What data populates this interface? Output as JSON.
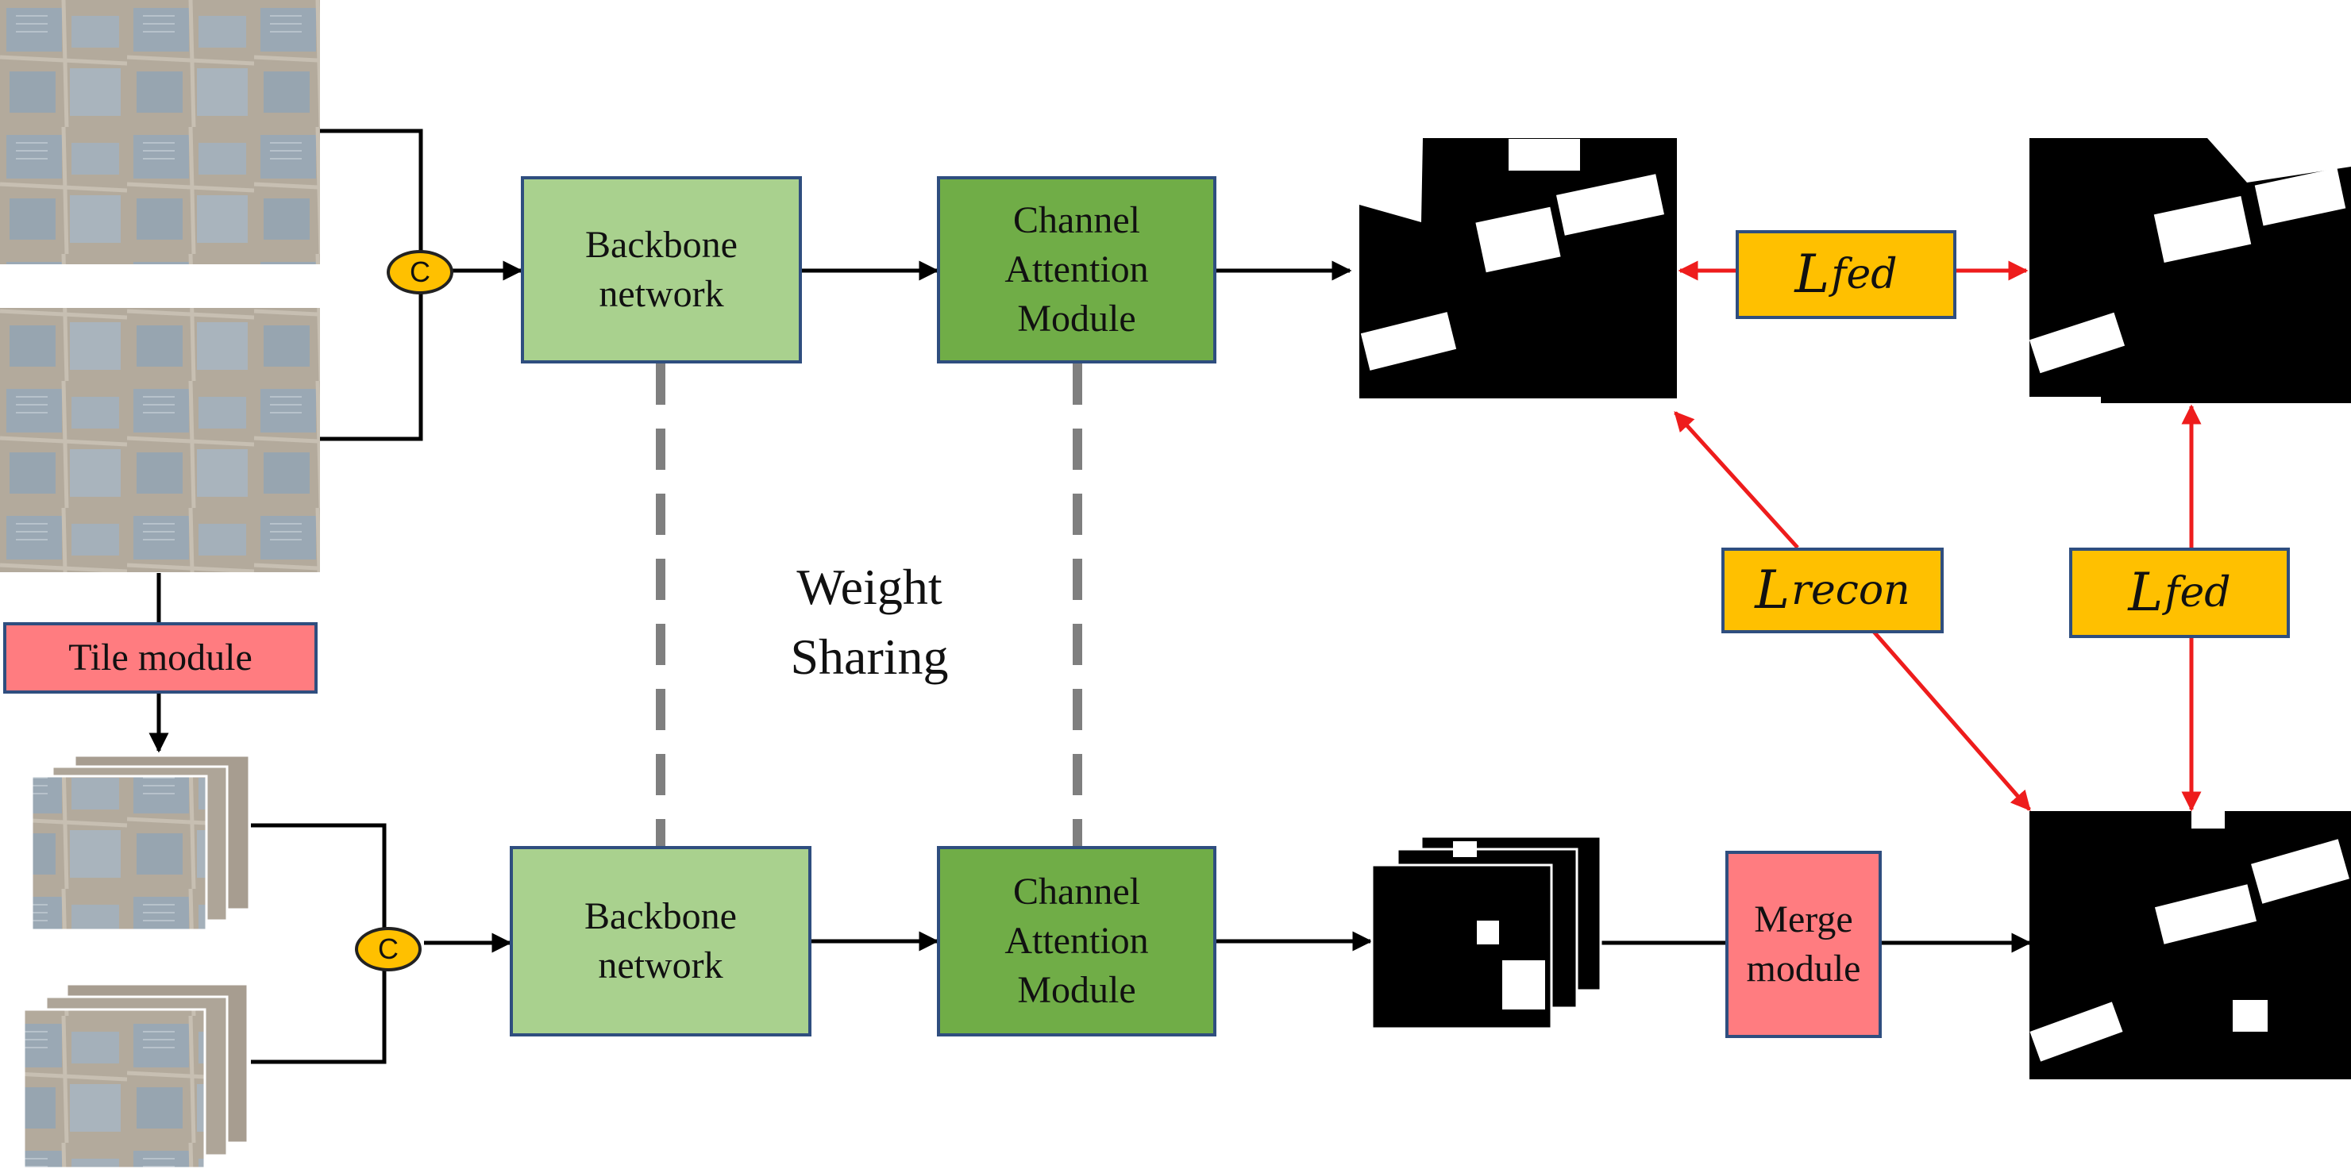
{
  "top_branch": {
    "backbone_lines": [
      "Backbone",
      "network"
    ],
    "cam_lines": [
      "Channel",
      "Attention",
      "Module"
    ],
    "concat_symbol": "C"
  },
  "bottom_branch": {
    "backbone_lines": [
      "Backbone",
      "network"
    ],
    "cam_lines": [
      "Channel",
      "Attention",
      "Module"
    ],
    "concat_symbol": "C"
  },
  "tile_module": "Tile module",
  "merge_module_lines": [
    "Merge",
    "module"
  ],
  "weight_sharing_lines": [
    "Weight",
    "Sharing"
  ],
  "losses": {
    "fed_top": {
      "symbol": "L",
      "subscript": "fed"
    },
    "recon": {
      "symbol": "L",
      "subscript": "recon"
    },
    "fed_right": {
      "symbol": "L",
      "subscript": "fed"
    }
  },
  "colors": {
    "backbone": "#a9d18e",
    "attention": "#70ad47",
    "tile_merge": "#ff7c80",
    "loss": "#ffc000",
    "loss_arrow": "#ee1c1c",
    "border": "#2f4e7f"
  }
}
